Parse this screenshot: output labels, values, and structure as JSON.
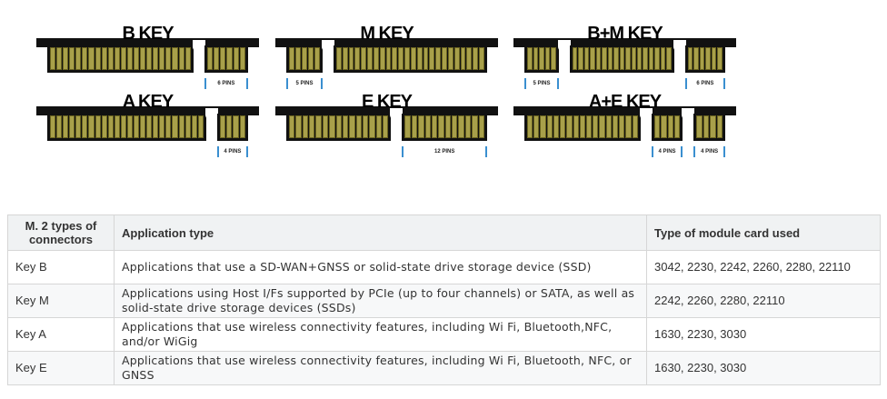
{
  "connectors": [
    {
      "title": "B KEY",
      "segments": [
        {
          "pins": 22
        },
        {
          "pins": 6,
          "label": "6 PINS"
        }
      ]
    },
    {
      "title": "M KEY",
      "segments": [
        {
          "pins": 5,
          "label": "5 PINS"
        },
        {
          "pins": 24
        }
      ]
    },
    {
      "title": "B+M KEY",
      "segments": [
        {
          "pins": 5,
          "label": "5 PINS"
        },
        {
          "pins": 17
        },
        {
          "pins": 6,
          "label": "6 PINS"
        }
      ]
    },
    {
      "title": "A KEY",
      "segments": [
        {
          "pins": 24
        },
        {
          "pins": 4,
          "label": "4 PINS"
        }
      ]
    },
    {
      "title": "E KEY",
      "segments": [
        {
          "pins": 15
        },
        {
          "pins": 12,
          "label": "12 PINS"
        }
      ]
    },
    {
      "title": "A+E KEY",
      "segments": [
        {
          "pins": 17
        },
        {
          "pins": 4,
          "label": "4 PINS"
        },
        {
          "pins": 4,
          "label": "4 PINS"
        }
      ]
    }
  ],
  "table": {
    "headers": [
      "M. 2 types of connectors",
      "Application type",
      "Type of module card used"
    ],
    "rows": [
      [
        "Key B",
        "Applications that use a SD-WAN+GNSS or solid-state drive storage device (SSD)",
        "3042, 2230, 2242, 2260, 2280, 22110"
      ],
      [
        "Key M",
        "Applications using Host I/Fs supported by PCIe (up to four channels) or SATA, as well as solid-state drive storage devices (SSDs)",
        "2242, 2260, 2280, 22110"
      ],
      [
        "Key A",
        "Applications that use wireless connectivity features, including Wi Fi, Bluetooth,NFC, and/or WiGig",
        "1630, 2230, 3030"
      ],
      [
        "Key E",
        "Applications that use wireless connectivity features, including Wi Fi, Bluetooth, NFC, or GNSS",
        "1630, 2230, 3030"
      ]
    ]
  }
}
